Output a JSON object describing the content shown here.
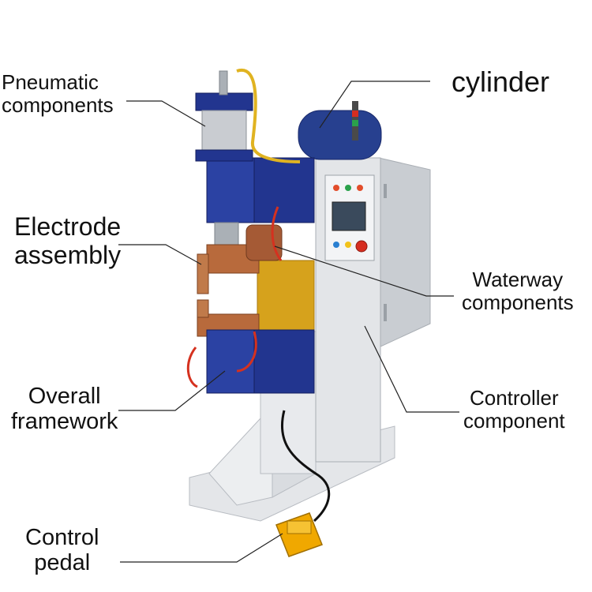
{
  "labels": {
    "pneumatic": [
      "Pneumatic",
      "components"
    ],
    "cylinder": "cylinder",
    "electrode": [
      "Electrode",
      "assembly"
    ],
    "waterway": [
      "Waterway",
      "components"
    ],
    "overall": [
      "Overall",
      "framework"
    ],
    "controller": [
      "Controller",
      "component"
    ],
    "pedal": [
      "Control",
      "pedal"
    ]
  },
  "colors": {
    "frame_blue": "#22358f",
    "cabinet_gray": "#dcdfe3",
    "copper": "#b86a3c",
    "yellow_plate": "#d6a21c",
    "pedal_yellow": "#f0a800",
    "leader_line": "#222222"
  }
}
